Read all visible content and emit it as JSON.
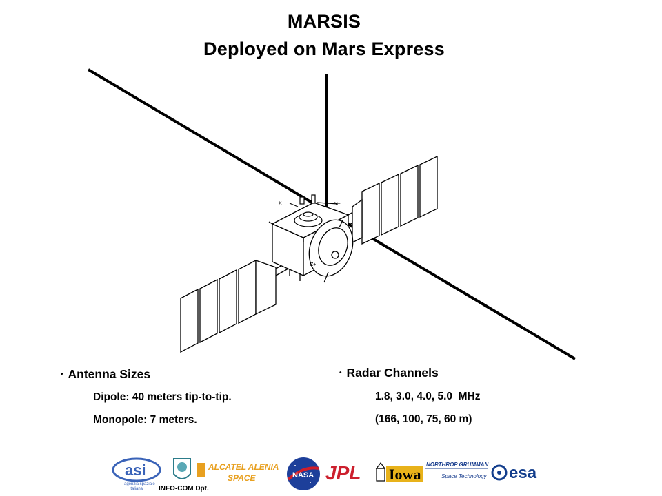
{
  "title": {
    "line1": "MARSIS",
    "line2": "Deployed on Mars Express"
  },
  "left_block": {
    "heading": "Antenna Sizes",
    "lines": [
      "Dipole: 40 meters tip-to-tip.",
      "Monopole: 7 meters."
    ]
  },
  "right_block": {
    "heading": "Radar Channels",
    "lines": [
      "1.8, 3.0, 4.0, 5.0  MHz",
      "(166, 100, 75, 60 m)"
    ]
  },
  "spacecraft": {
    "axis_labels": [
      "X+",
      "Y+",
      "Z+"
    ]
  },
  "logos": {
    "asi": {
      "mark": "asi",
      "caption1": "agenzia spaziale",
      "caption2": "italiana"
    },
    "infocom": {
      "text": "INFO-COM Dpt."
    },
    "alcatel": {
      "line1": "ALCATEL ALENIA",
      "line2": "SPACE"
    },
    "nasa": {
      "text": "NASA"
    },
    "jpl": {
      "text": "JPL"
    },
    "iowa": {
      "text": "Iowa"
    },
    "northrop": {
      "line1": "NORTHROP GRUMMAN",
      "line2": "Space Technology"
    },
    "esa": {
      "text": "esa"
    }
  },
  "colors": {
    "asi_blue": "#3a63b8",
    "alcatel_orange": "#e8a020",
    "nasa_blue": "#1d3f9a",
    "nasa_red": "#d01e2a",
    "jpl_red": "#cc1f2d",
    "iowa_gold": "#e8b21a",
    "esa_blue": "#123d8c"
  }
}
